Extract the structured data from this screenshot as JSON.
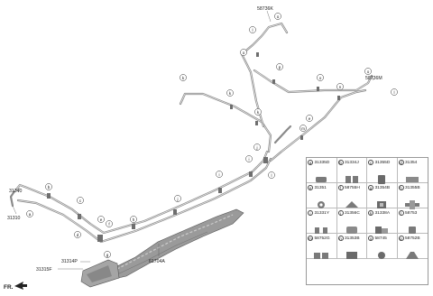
{
  "parts": {
    "p58736K": "58736K",
    "p58736M": "58736M",
    "p31340": "31340",
    "p31310": "31310",
    "p31315F": "31315F",
    "p31314P": "31314P",
    "p61704A": "61704A",
    "fr": "FR."
  },
  "callouts": [
    "a",
    "b",
    "c",
    "d",
    "e",
    "f",
    "g",
    "h",
    "i",
    "j",
    "k",
    "l",
    "m",
    "n",
    "o",
    "p"
  ],
  "legend": [
    {
      "letter": "a",
      "code": "31335D"
    },
    {
      "letter": "b",
      "code": "31334J"
    },
    {
      "letter": "c",
      "code": "31355D"
    },
    {
      "letter": "d",
      "code": "31354"
    },
    {
      "letter": "e",
      "code": "31351"
    },
    {
      "letter": "f",
      "code": "58755H"
    },
    {
      "letter": "g",
      "code": "31354B"
    },
    {
      "letter": "h",
      "code": "31355B"
    },
    {
      "letter": "i",
      "code": "31331Y"
    },
    {
      "letter": "j",
      "code": "31356C"
    },
    {
      "letter": "k",
      "code": "31338A"
    },
    {
      "letter": "l",
      "code": "58753"
    },
    {
      "letter": "m",
      "code": "58752G"
    },
    {
      "letter": "n",
      "code": "31353B"
    },
    {
      "letter": "o",
      "code": "58745"
    },
    {
      "letter": "p",
      "code": "58752B"
    }
  ],
  "colors": {
    "pipe": "#8a8a8a",
    "part": "#777777",
    "line": "#555555"
  }
}
